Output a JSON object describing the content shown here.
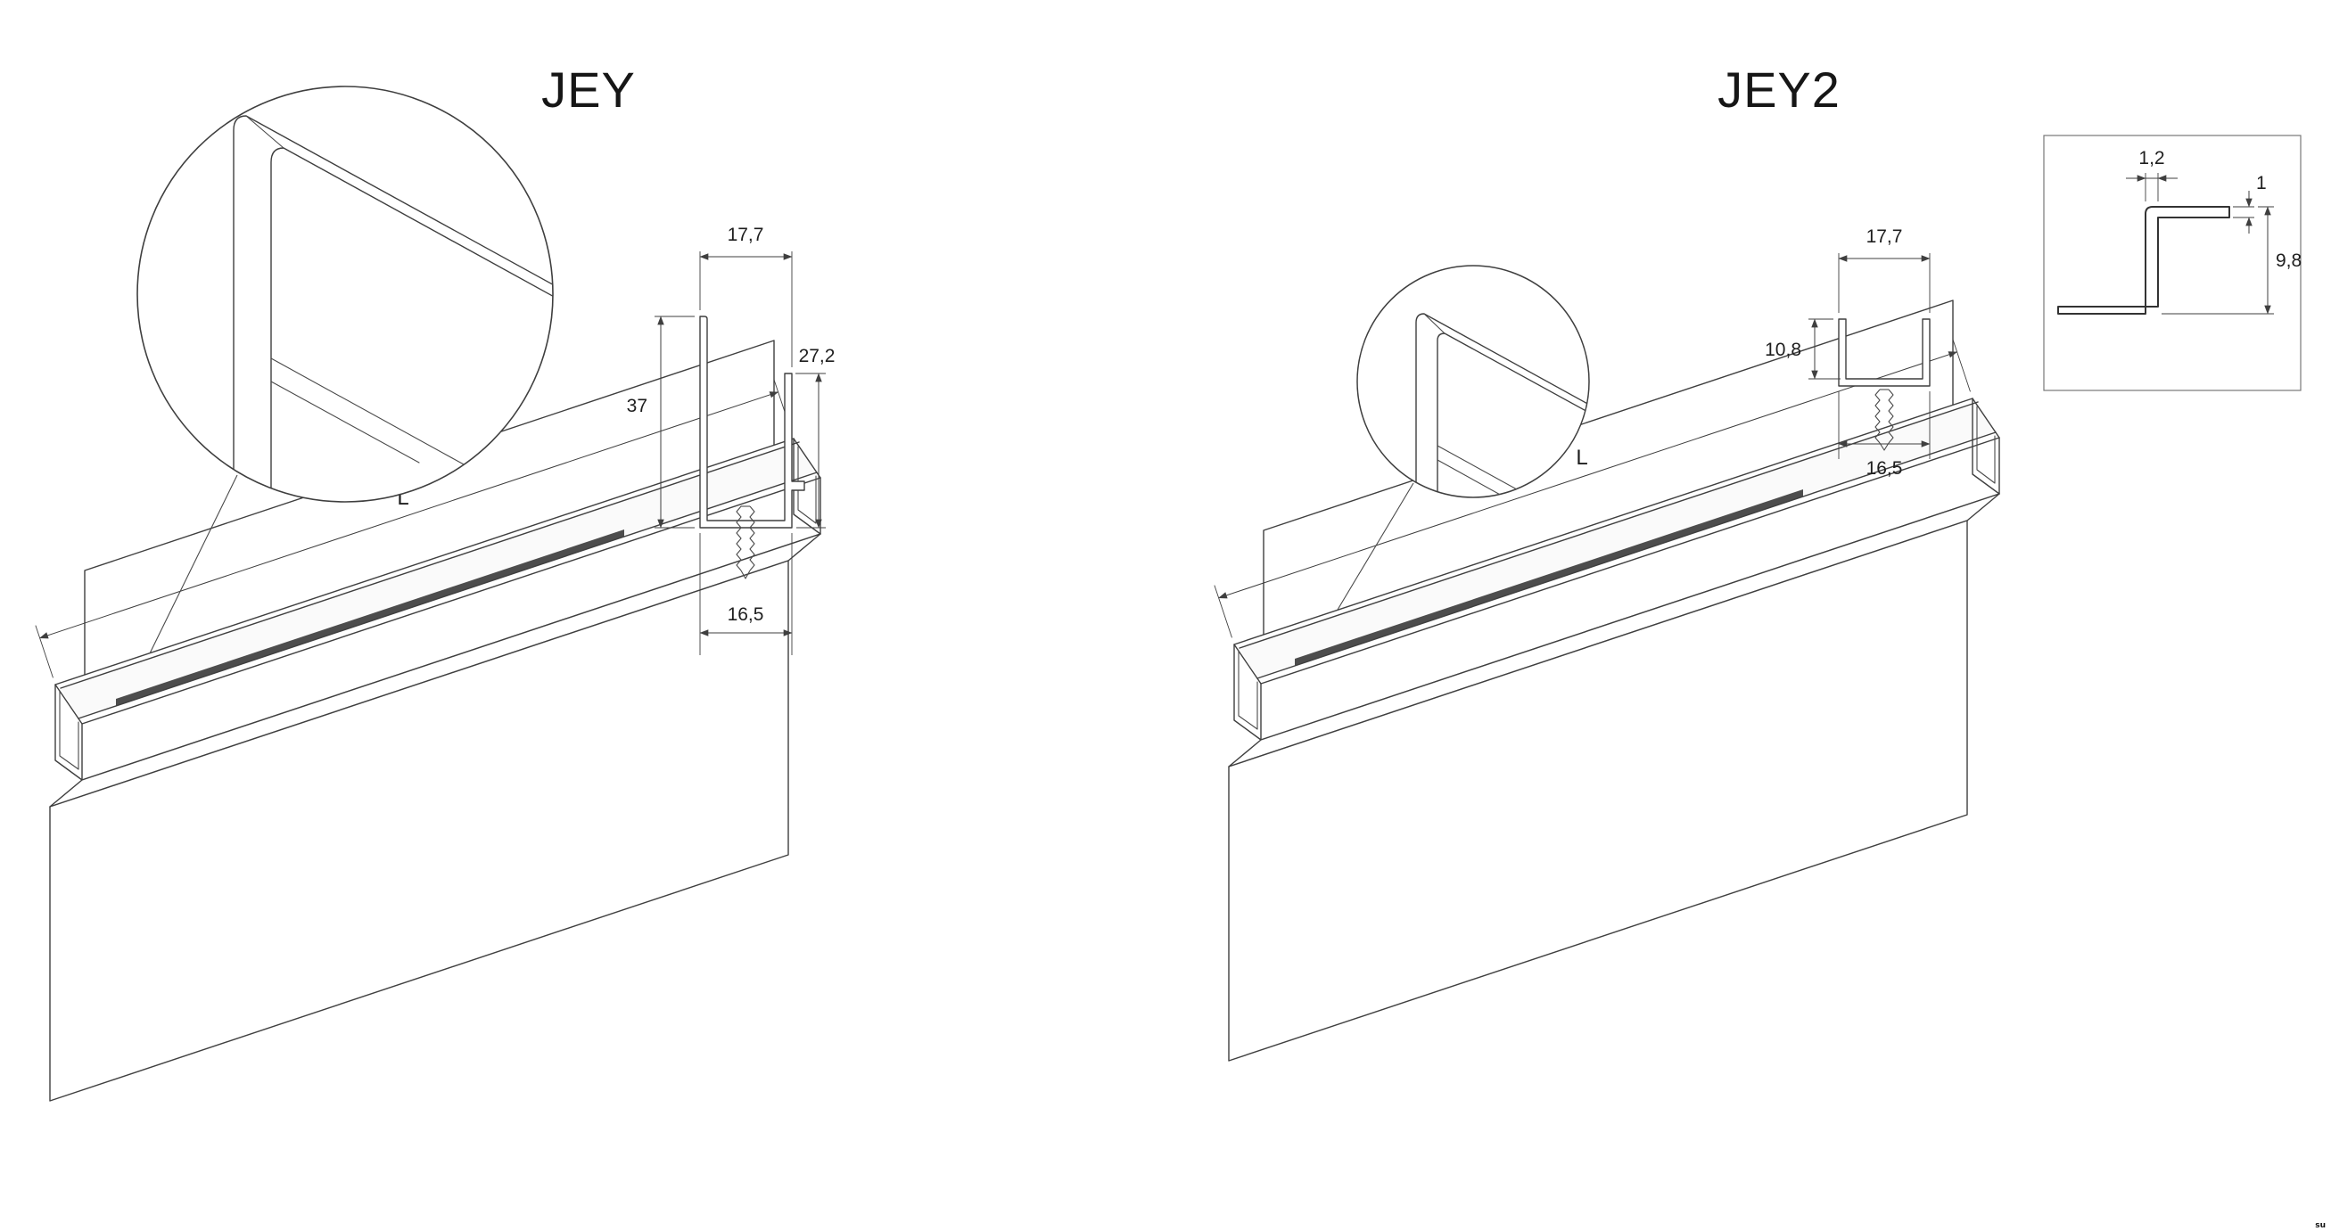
{
  "colors": {
    "line": "#3f3f3f",
    "dark_slot": "#4d4d4d",
    "text": "#1e1e1e",
    "background": "#ffffff"
  },
  "figures": [
    {
      "title": "JEY",
      "length_label": "L",
      "dims": {
        "top_width": "17,7",
        "overall_height": "37",
        "front_height": "27,2",
        "bottom_width": "16,5"
      }
    },
    {
      "title": "JEY2",
      "length_label": "L",
      "dims": {
        "top_width": "17,7",
        "channel_depth": "10,8",
        "bottom_width": "16,5"
      },
      "detail_dims": {
        "wall_thickness": "1,2",
        "lip_thickness": "1",
        "lip_height": "9,8"
      }
    }
  ],
  "watermark": "su"
}
